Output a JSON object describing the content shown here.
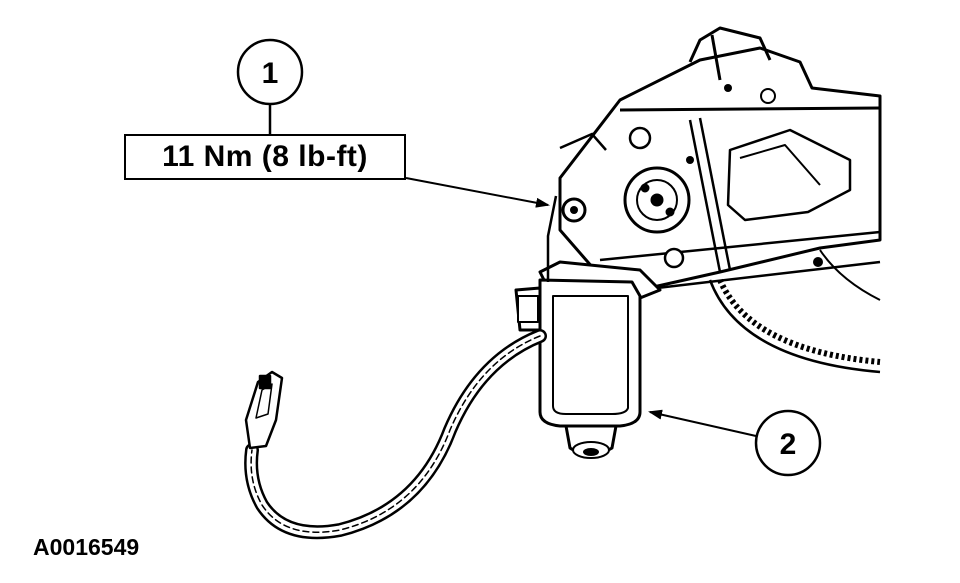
{
  "callouts": [
    {
      "number": "1"
    },
    {
      "number": "2"
    }
  ],
  "torque_spec": "11 Nm (8 lb-ft)",
  "figure_id": "A0016549",
  "colors": {
    "ink": "#000000",
    "paper": "#ffffff"
  }
}
